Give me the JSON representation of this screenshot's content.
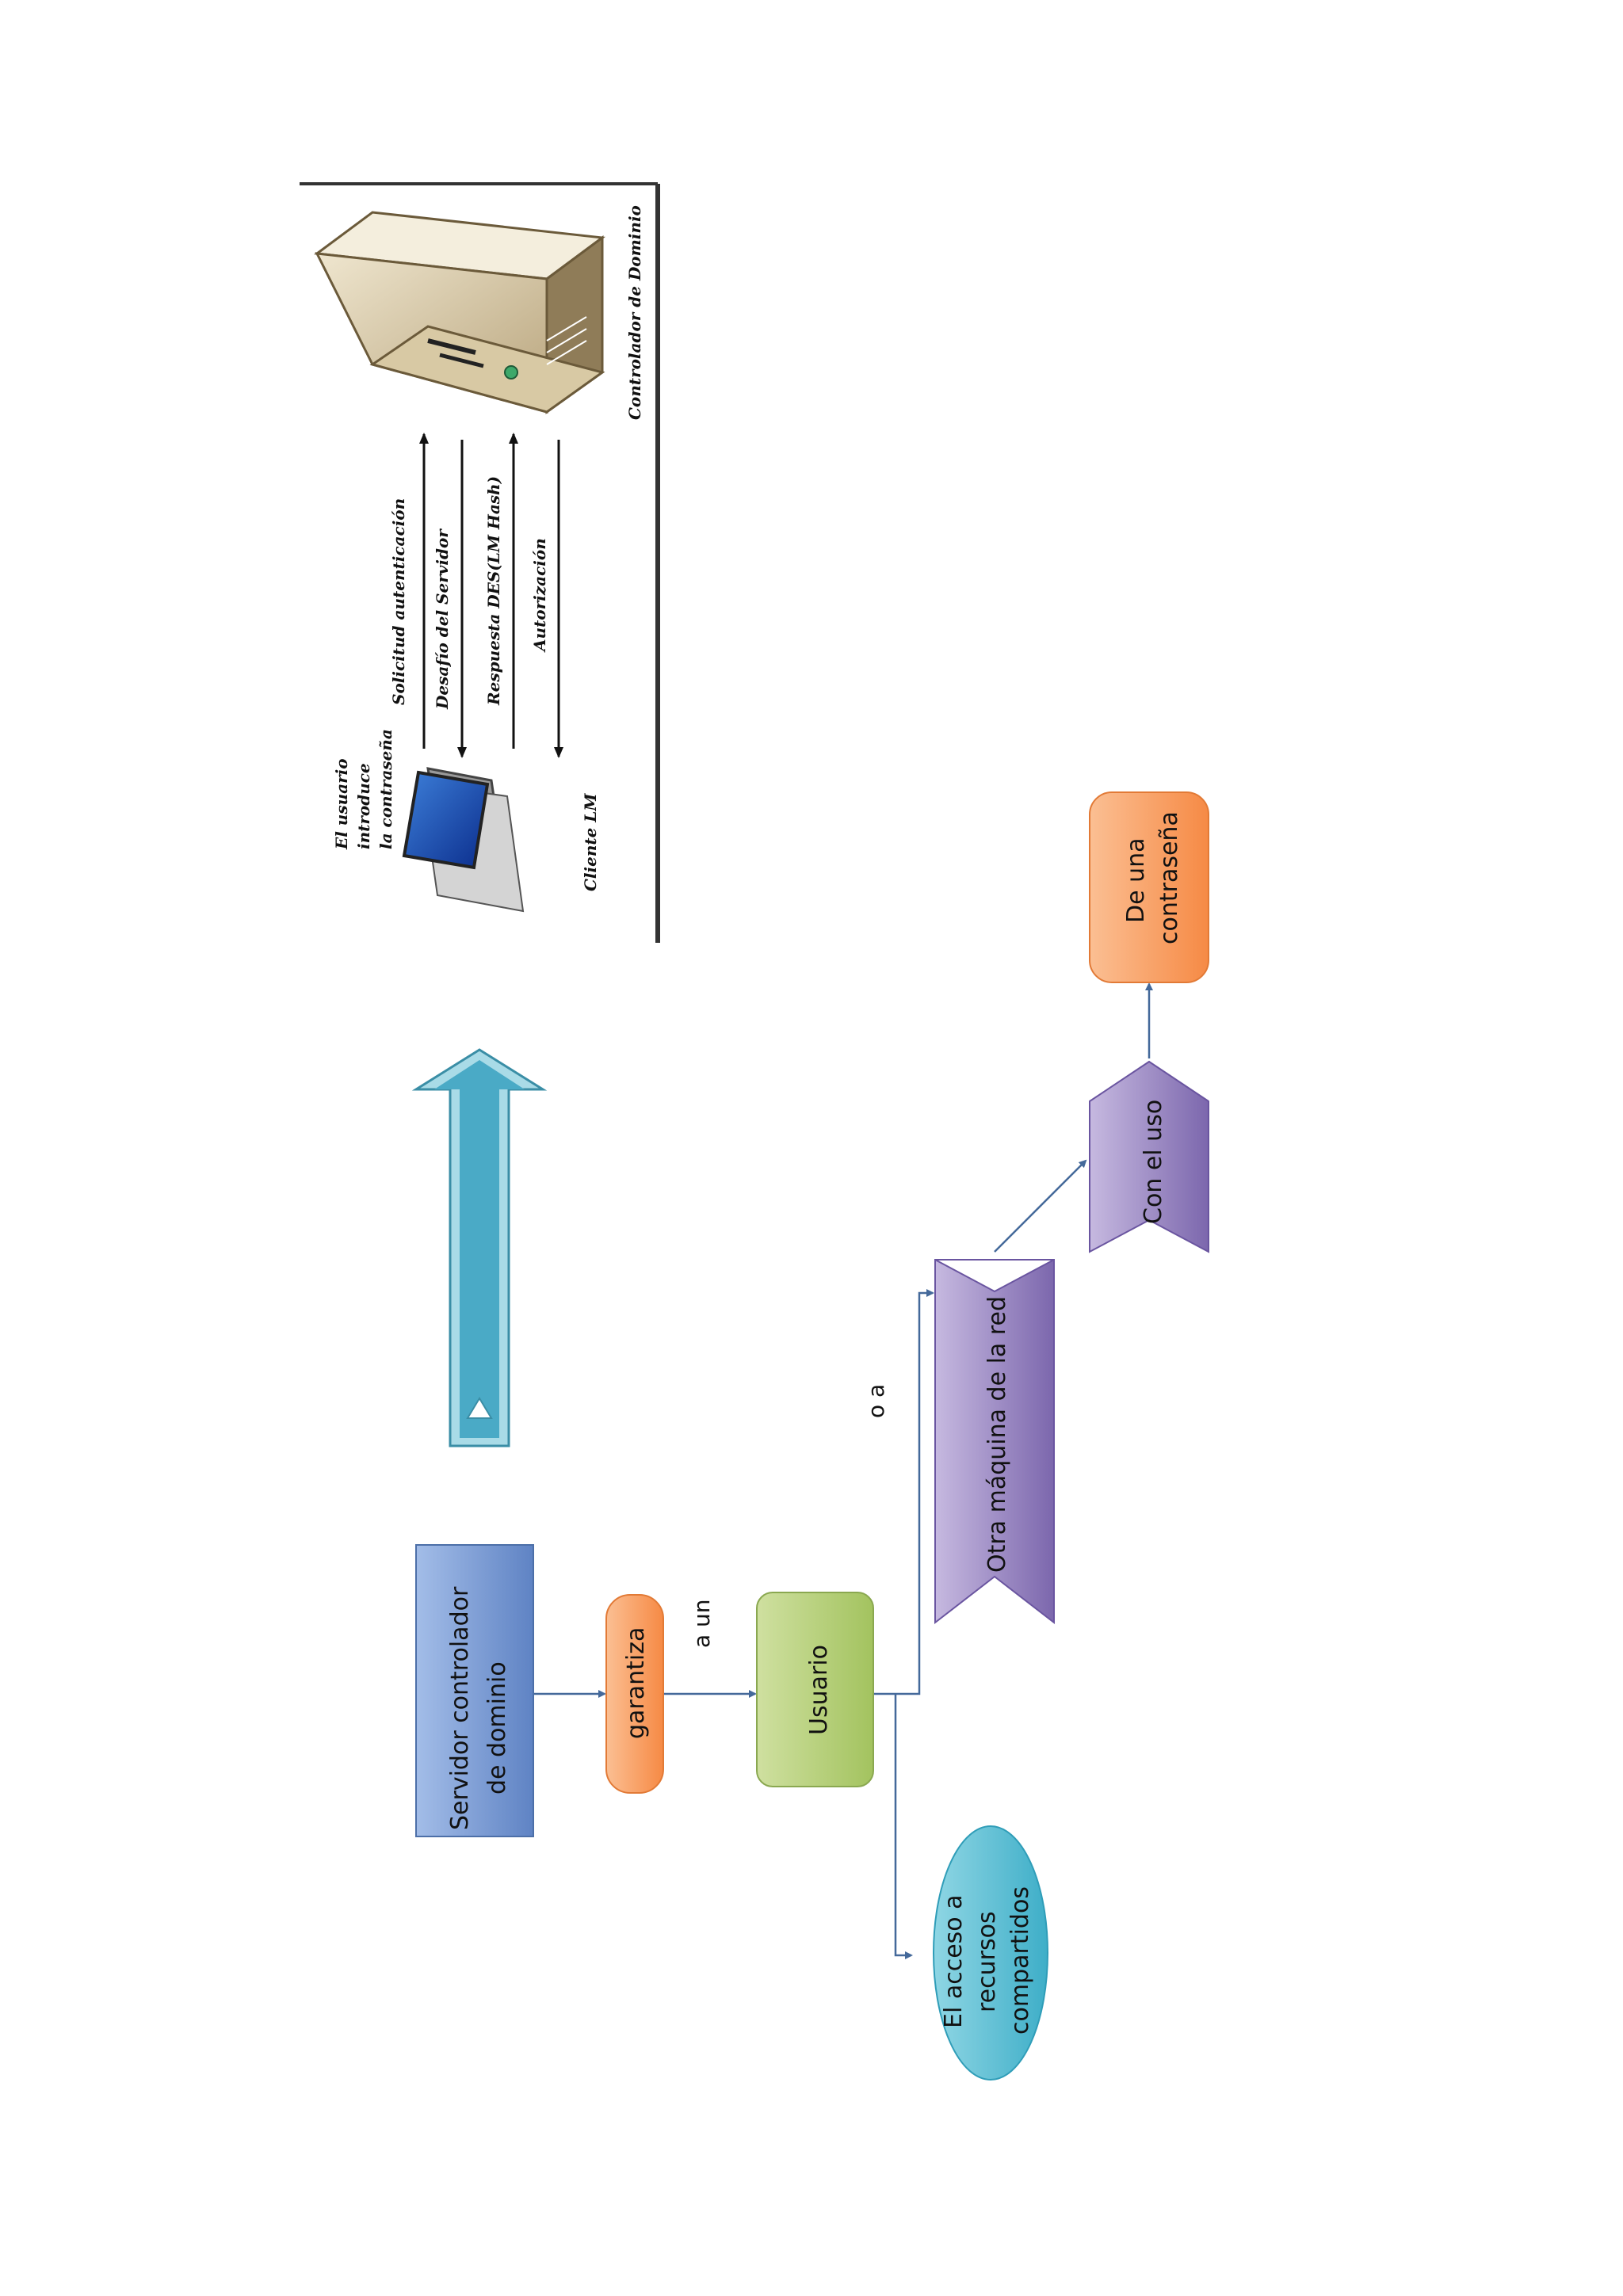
{
  "flowchart": {
    "server": {
      "line1": "Servidor controlador",
      "line2": "de dominio"
    },
    "garantiza": "garantiza",
    "a_un": "a un",
    "usuario": "Usuario",
    "o_a": "o a",
    "acceso": {
      "line1": "El acceso a",
      "line2": "recursos",
      "line3": "compartidos"
    },
    "otra_maquina": "Otra máquina de la red",
    "con_el_uso": "Con el uso",
    "contrasena": {
      "line1": "De una",
      "line2": "contraseña"
    }
  },
  "lm_diagram": {
    "user_note": {
      "line1": "El usuario",
      "line2": "introduce",
      "line3": "la contraseña"
    },
    "client_label": "Cliente LM",
    "steps": [
      "Solicitud autenticación",
      "Desafío del Servidor",
      "Respuesta DES(LM Hash)",
      "Autorización"
    ],
    "server_label": "Controlador de Dominio"
  },
  "colors": {
    "server_box": "#7f9fd6",
    "garantiza_box": "#f9a46b",
    "usuario_box": "#b8d27d",
    "acceso_ellipse": "#63c2d6",
    "purple_shapes": "#a08fc5",
    "contrasena_box": "#f9a46b",
    "connector": "#44699a",
    "big_arrow": "#4fb1c9"
  }
}
